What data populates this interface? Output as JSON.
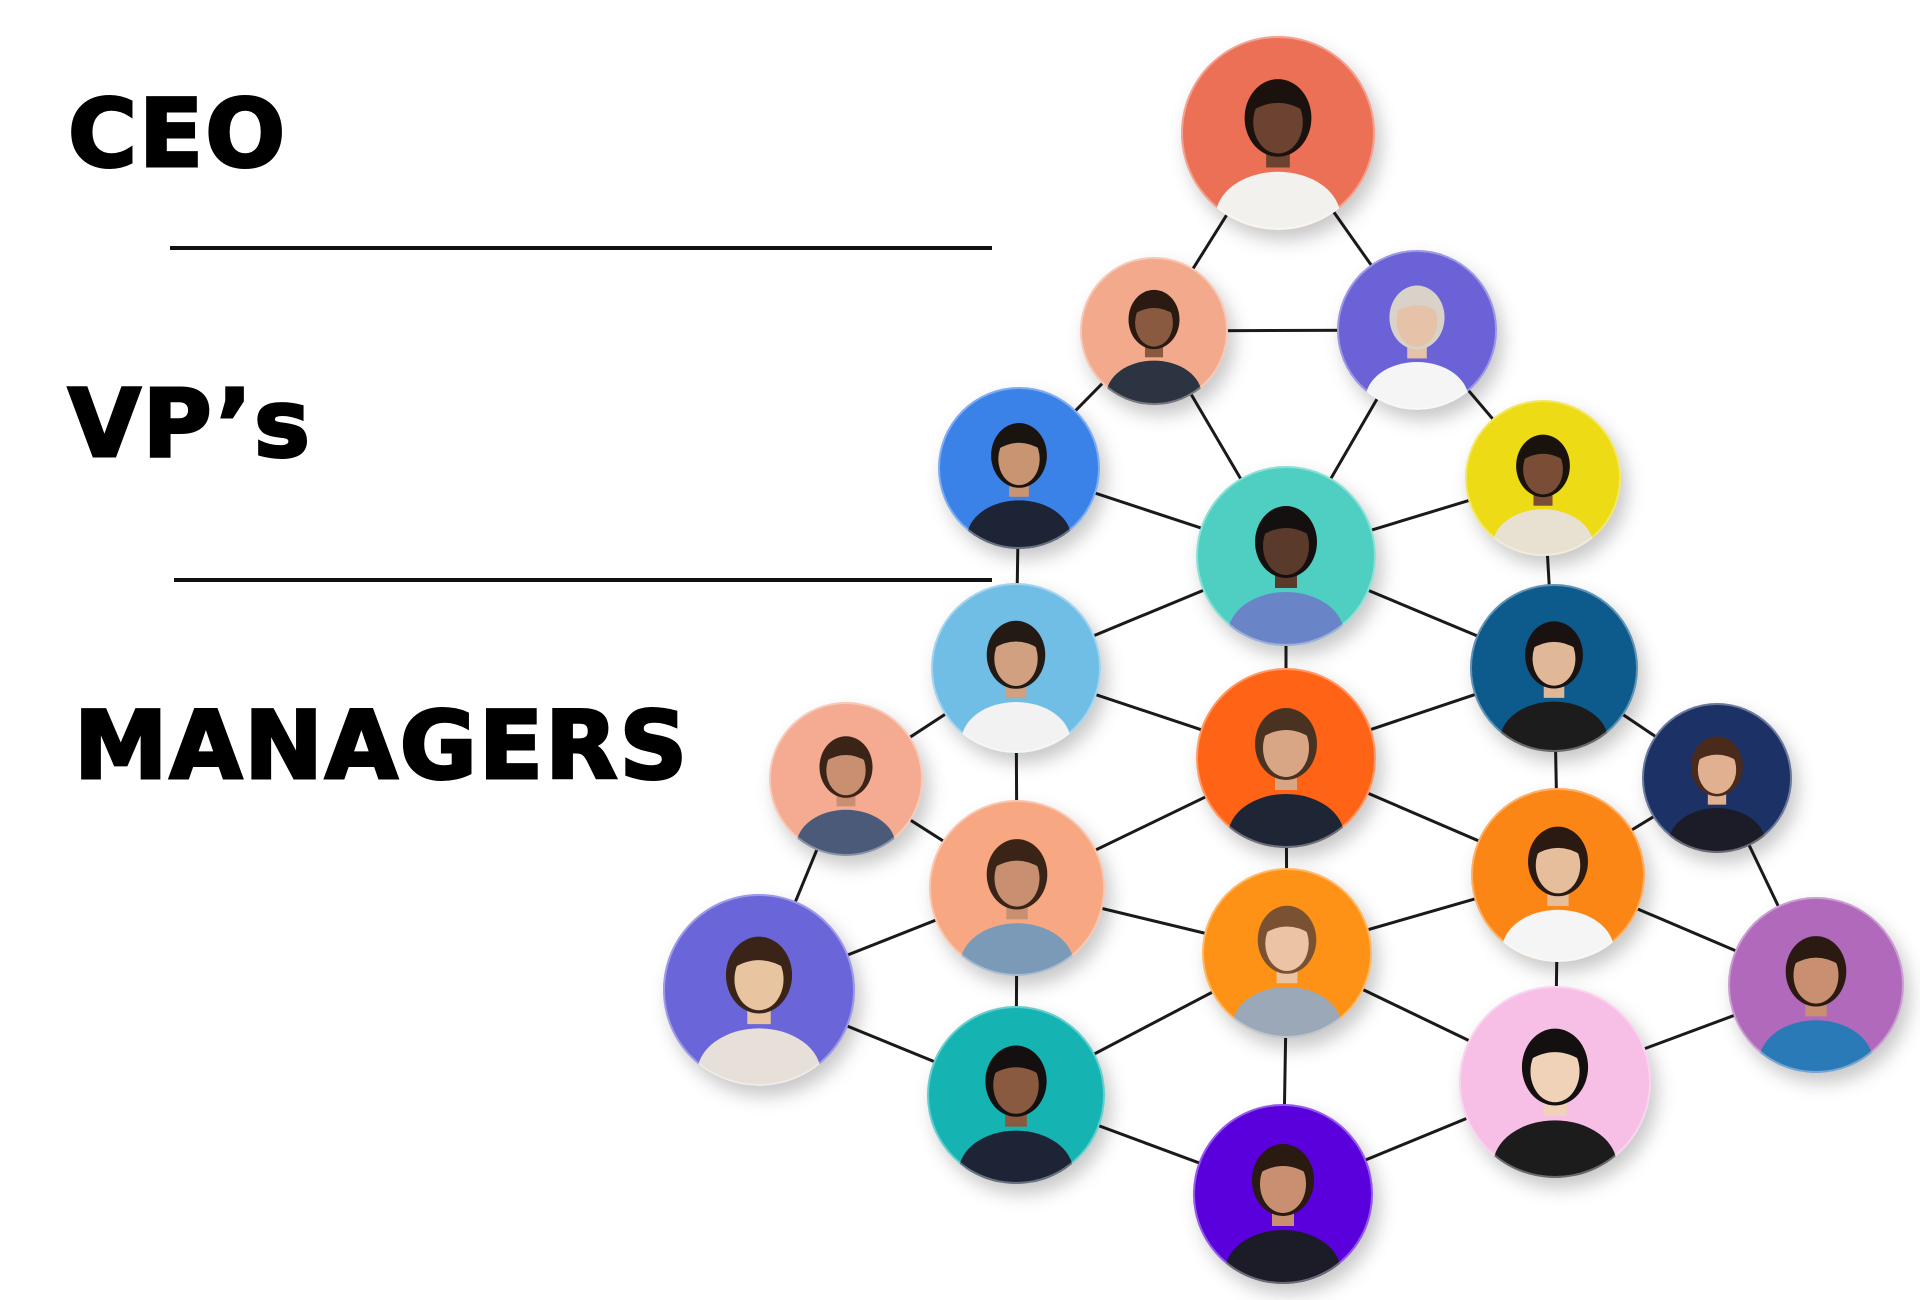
{
  "levels": {
    "ceo": "CEO",
    "vps": "VP’s",
    "managers": "MANAGERS"
  },
  "nodes": [
    {
      "id": "ceo",
      "level": "ceo",
      "color": "#ec7055",
      "skin": "#6b4330",
      "hair": "#1b120d",
      "suit": "#f3f1ee"
    },
    {
      "id": "vp-1",
      "level": "vps",
      "color": "#f3aa8c",
      "skin": "#8a5a40",
      "hair": "#2a1a12",
      "suit": "#2b3440"
    },
    {
      "id": "vp-2",
      "level": "vps",
      "color": "#6a62d6",
      "skin": "#e6c3a8",
      "hair": "#d8d2c8",
      "suit": "#f5f5f5"
    },
    {
      "id": "vp-3",
      "level": "vps",
      "color": "#3a82e8",
      "skin": "#c99472",
      "hair": "#1a1410",
      "suit": "#1c2436"
    },
    {
      "id": "vp-4",
      "level": "vps",
      "color": "#eddb17",
      "skin": "#7a4e36",
      "hair": "#1a120c",
      "suit": "#e8e0d0"
    },
    {
      "id": "vp-5",
      "level": "vps",
      "color": "#4fcfc1",
      "skin": "#5a3a2a",
      "hair": "#141010",
      "suit": "#6a84c8"
    },
    {
      "id": "mgr-1",
      "level": "managers",
      "color": "#6fbde6",
      "skin": "#d0a080",
      "hair": "#241a14",
      "suit": "#f2f2f2"
    },
    {
      "id": "mgr-2",
      "level": "managers",
      "color": "#0d5a8c",
      "skin": "#e0b898",
      "hair": "#1a1210",
      "suit": "#1c1c1c"
    },
    {
      "id": "mgr-3",
      "level": "managers",
      "color": "#ff6314",
      "skin": "#d8a684",
      "hair": "#4a3222",
      "suit": "#1e2636"
    },
    {
      "id": "mgr-4",
      "level": "managers",
      "color": "#f4ab92",
      "skin": "#c89070",
      "hair": "#3a2418",
      "suit": "#4a5a78"
    },
    {
      "id": "mgr-5",
      "level": "managers",
      "color": "#1c3266",
      "skin": "#e0b090",
      "hair": "#4a2a1a",
      "suit": "#1c1c28"
    },
    {
      "id": "mgr-6",
      "level": "managers",
      "color": "#f7a782",
      "skin": "#c89070",
      "hair": "#3a2418",
      "suit": "#7a9ab8"
    },
    {
      "id": "mgr-7",
      "level": "managers",
      "color": "#fb8613",
      "skin": "#e6be9c",
      "hair": "#2a1a12",
      "suit": "#f5f5f5"
    },
    {
      "id": "mgr-8",
      "level": "managers",
      "color": "#fd9216",
      "skin": "#ecc4a4",
      "hair": "#7a5232",
      "suit": "#9aa8b8"
    },
    {
      "id": "mgr-9",
      "level": "managers",
      "color": "#6a65d9",
      "skin": "#e8c4a0",
      "hair": "#3a2418",
      "suit": "#e6e0d8"
    },
    {
      "id": "mgr-10",
      "level": "managers",
      "color": "#b069bb",
      "skin": "#c89070",
      "hair": "#2a1a12",
      "suit": "#2a7ab8"
    },
    {
      "id": "mgr-11",
      "level": "managers",
      "color": "#14b3b3",
      "skin": "#8a5a40",
      "hair": "#141010",
      "suit": "#1c2436"
    },
    {
      "id": "mgr-12",
      "level": "managers",
      "color": "#f7bee6",
      "skin": "#f0d2b8",
      "hair": "#141010",
      "suit": "#1c1c1c"
    },
    {
      "id": "mgr-13",
      "level": "managers",
      "color": "#5a06dc",
      "skin": "#c89070",
      "hair": "#2a1a12",
      "suit": "#1c1c28"
    }
  ],
  "edges": [
    [
      "ceo",
      "vp-1"
    ],
    [
      "ceo",
      "vp-2"
    ],
    [
      "vp-1",
      "vp-2"
    ],
    [
      "vp-1",
      "vp-3"
    ],
    [
      "vp-1",
      "vp-5"
    ],
    [
      "vp-2",
      "vp-5"
    ],
    [
      "vp-2",
      "vp-4"
    ],
    [
      "vp-3",
      "vp-5"
    ],
    [
      "vp-3",
      "mgr-1"
    ],
    [
      "vp-5",
      "vp-4"
    ],
    [
      "vp-5",
      "mgr-1"
    ],
    [
      "vp-5",
      "mgr-2"
    ],
    [
      "vp-5",
      "mgr-3"
    ],
    [
      "vp-4",
      "mgr-2"
    ],
    [
      "mgr-1",
      "mgr-4"
    ],
    [
      "mgr-1",
      "mgr-3"
    ],
    [
      "mgr-1",
      "mgr-6"
    ],
    [
      "mgr-2",
      "mgr-3"
    ],
    [
      "mgr-2",
      "mgr-5"
    ],
    [
      "mgr-2",
      "mgr-7"
    ],
    [
      "mgr-3",
      "mgr-6"
    ],
    [
      "mgr-3",
      "mgr-7"
    ],
    [
      "mgr-3",
      "mgr-8"
    ],
    [
      "mgr-4",
      "mgr-6"
    ],
    [
      "mgr-4",
      "mgr-9"
    ],
    [
      "mgr-5",
      "mgr-7"
    ],
    [
      "mgr-5",
      "mgr-10"
    ],
    [
      "mgr-6",
      "mgr-8"
    ],
    [
      "mgr-6",
      "mgr-9"
    ],
    [
      "mgr-6",
      "mgr-11"
    ],
    [
      "mgr-7",
      "mgr-8"
    ],
    [
      "mgr-7",
      "mgr-10"
    ],
    [
      "mgr-7",
      "mgr-12"
    ],
    [
      "mgr-8",
      "mgr-11"
    ],
    [
      "mgr-8",
      "mgr-12"
    ],
    [
      "mgr-8",
      "mgr-13"
    ],
    [
      "mgr-9",
      "mgr-11"
    ],
    [
      "mgr-11",
      "mgr-13"
    ],
    [
      "mgr-12",
      "mgr-13"
    ],
    [
      "mgr-12",
      "mgr-10"
    ]
  ]
}
